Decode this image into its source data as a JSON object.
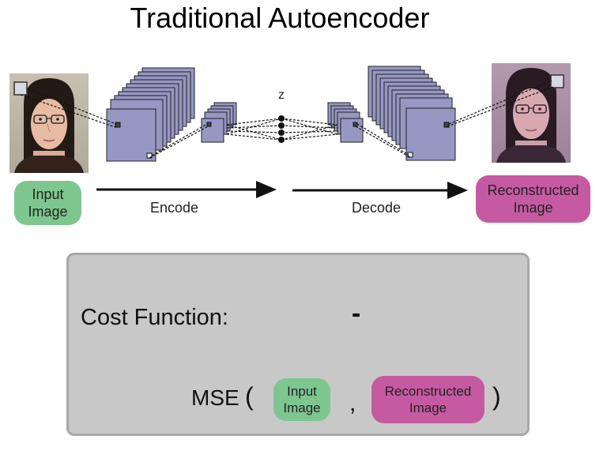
{
  "title": "Traditional Autoencoder",
  "labels": {
    "input_image": "Input\nImage",
    "reconstructed_image": "Reconstructed\nImage",
    "encode": "Encode",
    "decode": "Decode",
    "z": "z"
  },
  "cost": {
    "title": "Cost Function:",
    "minus": "-",
    "mse": "MSE",
    "open_paren": "(",
    "comma": ",",
    "close_paren": ")",
    "input_label": "Input\nImage",
    "reconstructed_label": "Reconstructed\nImage"
  },
  "colors": {
    "input_green": "#7ec690",
    "reconstructed_pink": "#c65aa2",
    "layer_fill": "#9797c4",
    "cost_box": "#c8c8c8"
  }
}
